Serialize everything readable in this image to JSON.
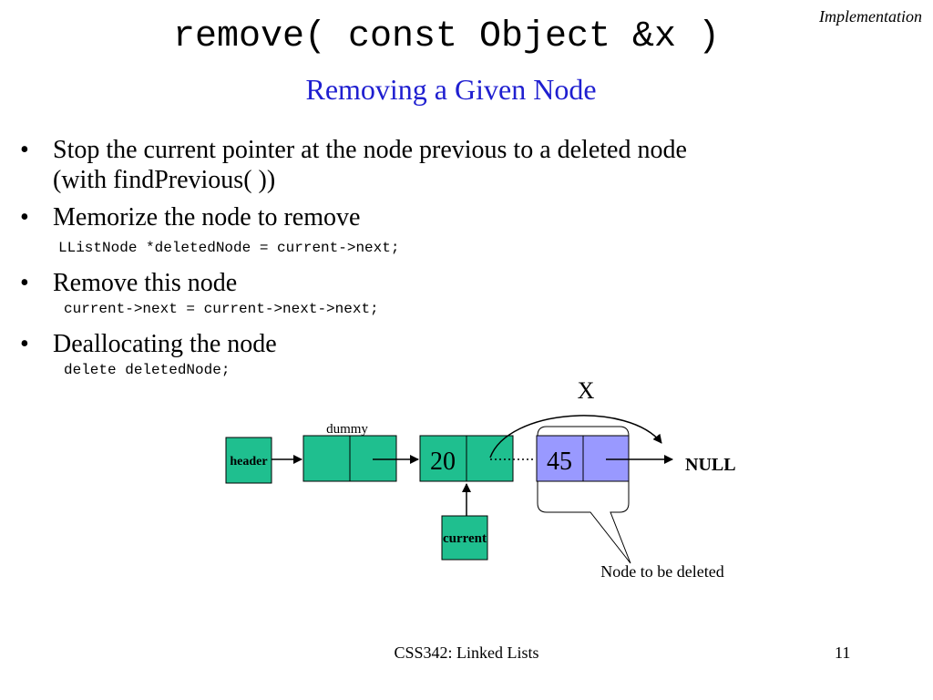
{
  "header": {
    "corner_label": "Implementation",
    "title": "remove( const Object &x )",
    "subtitle": "Removing a Given Node"
  },
  "bullets": [
    {
      "marker": "•",
      "text_line1": "Stop the current pointer at the node previous to a deleted node",
      "text_line2": "(with findPrevious( ))"
    },
    {
      "marker": "•",
      "text": "Memorize the node to remove",
      "code": "LListNode *deletedNode = current->next;"
    },
    {
      "marker": "•",
      "text": "Remove this node",
      "code": "current->next = current->next->next;"
    },
    {
      "marker": "•",
      "text": "Deallocating the node",
      "code": "delete deletedNode;"
    }
  ],
  "diagram": {
    "header_label": "header",
    "dummy_label": "dummy",
    "node1_value": "20",
    "node2_value": "45",
    "null_label": "NULL",
    "current_label": "current",
    "x_mark": "X",
    "callout_label": "Node to be deleted",
    "node_color": "#1fbf8f",
    "deleted_color": "#9999ff"
  },
  "footer": {
    "course": "CSS342: Linked Lists",
    "page": "11"
  }
}
